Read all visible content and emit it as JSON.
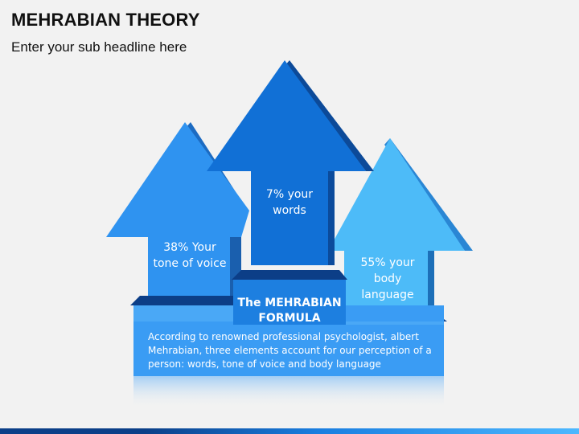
{
  "header": {
    "title": "MEHRABIAN THEORY",
    "subtitle": "Enter your sub headline here"
  },
  "arrows": [
    {
      "id": "left",
      "label": "38% Your tone of voice",
      "color": "#2f93f0"
    },
    {
      "id": "middle",
      "label": "7% your words",
      "color": "#1170d6"
    },
    {
      "id": "right",
      "label": "55% your body language",
      "color": "#4dbbf8"
    }
  ],
  "formula": {
    "title": "The MEHRABIAN FORMULA",
    "description": "According to renowned professional psychologist, albert Mehrabian, three elements account for our perception of a person: words, tone of voice and body language",
    "color": "#3a9cf4"
  },
  "colors": {
    "dark_blue": "#0b3f88",
    "background": "#f2f2f2"
  }
}
